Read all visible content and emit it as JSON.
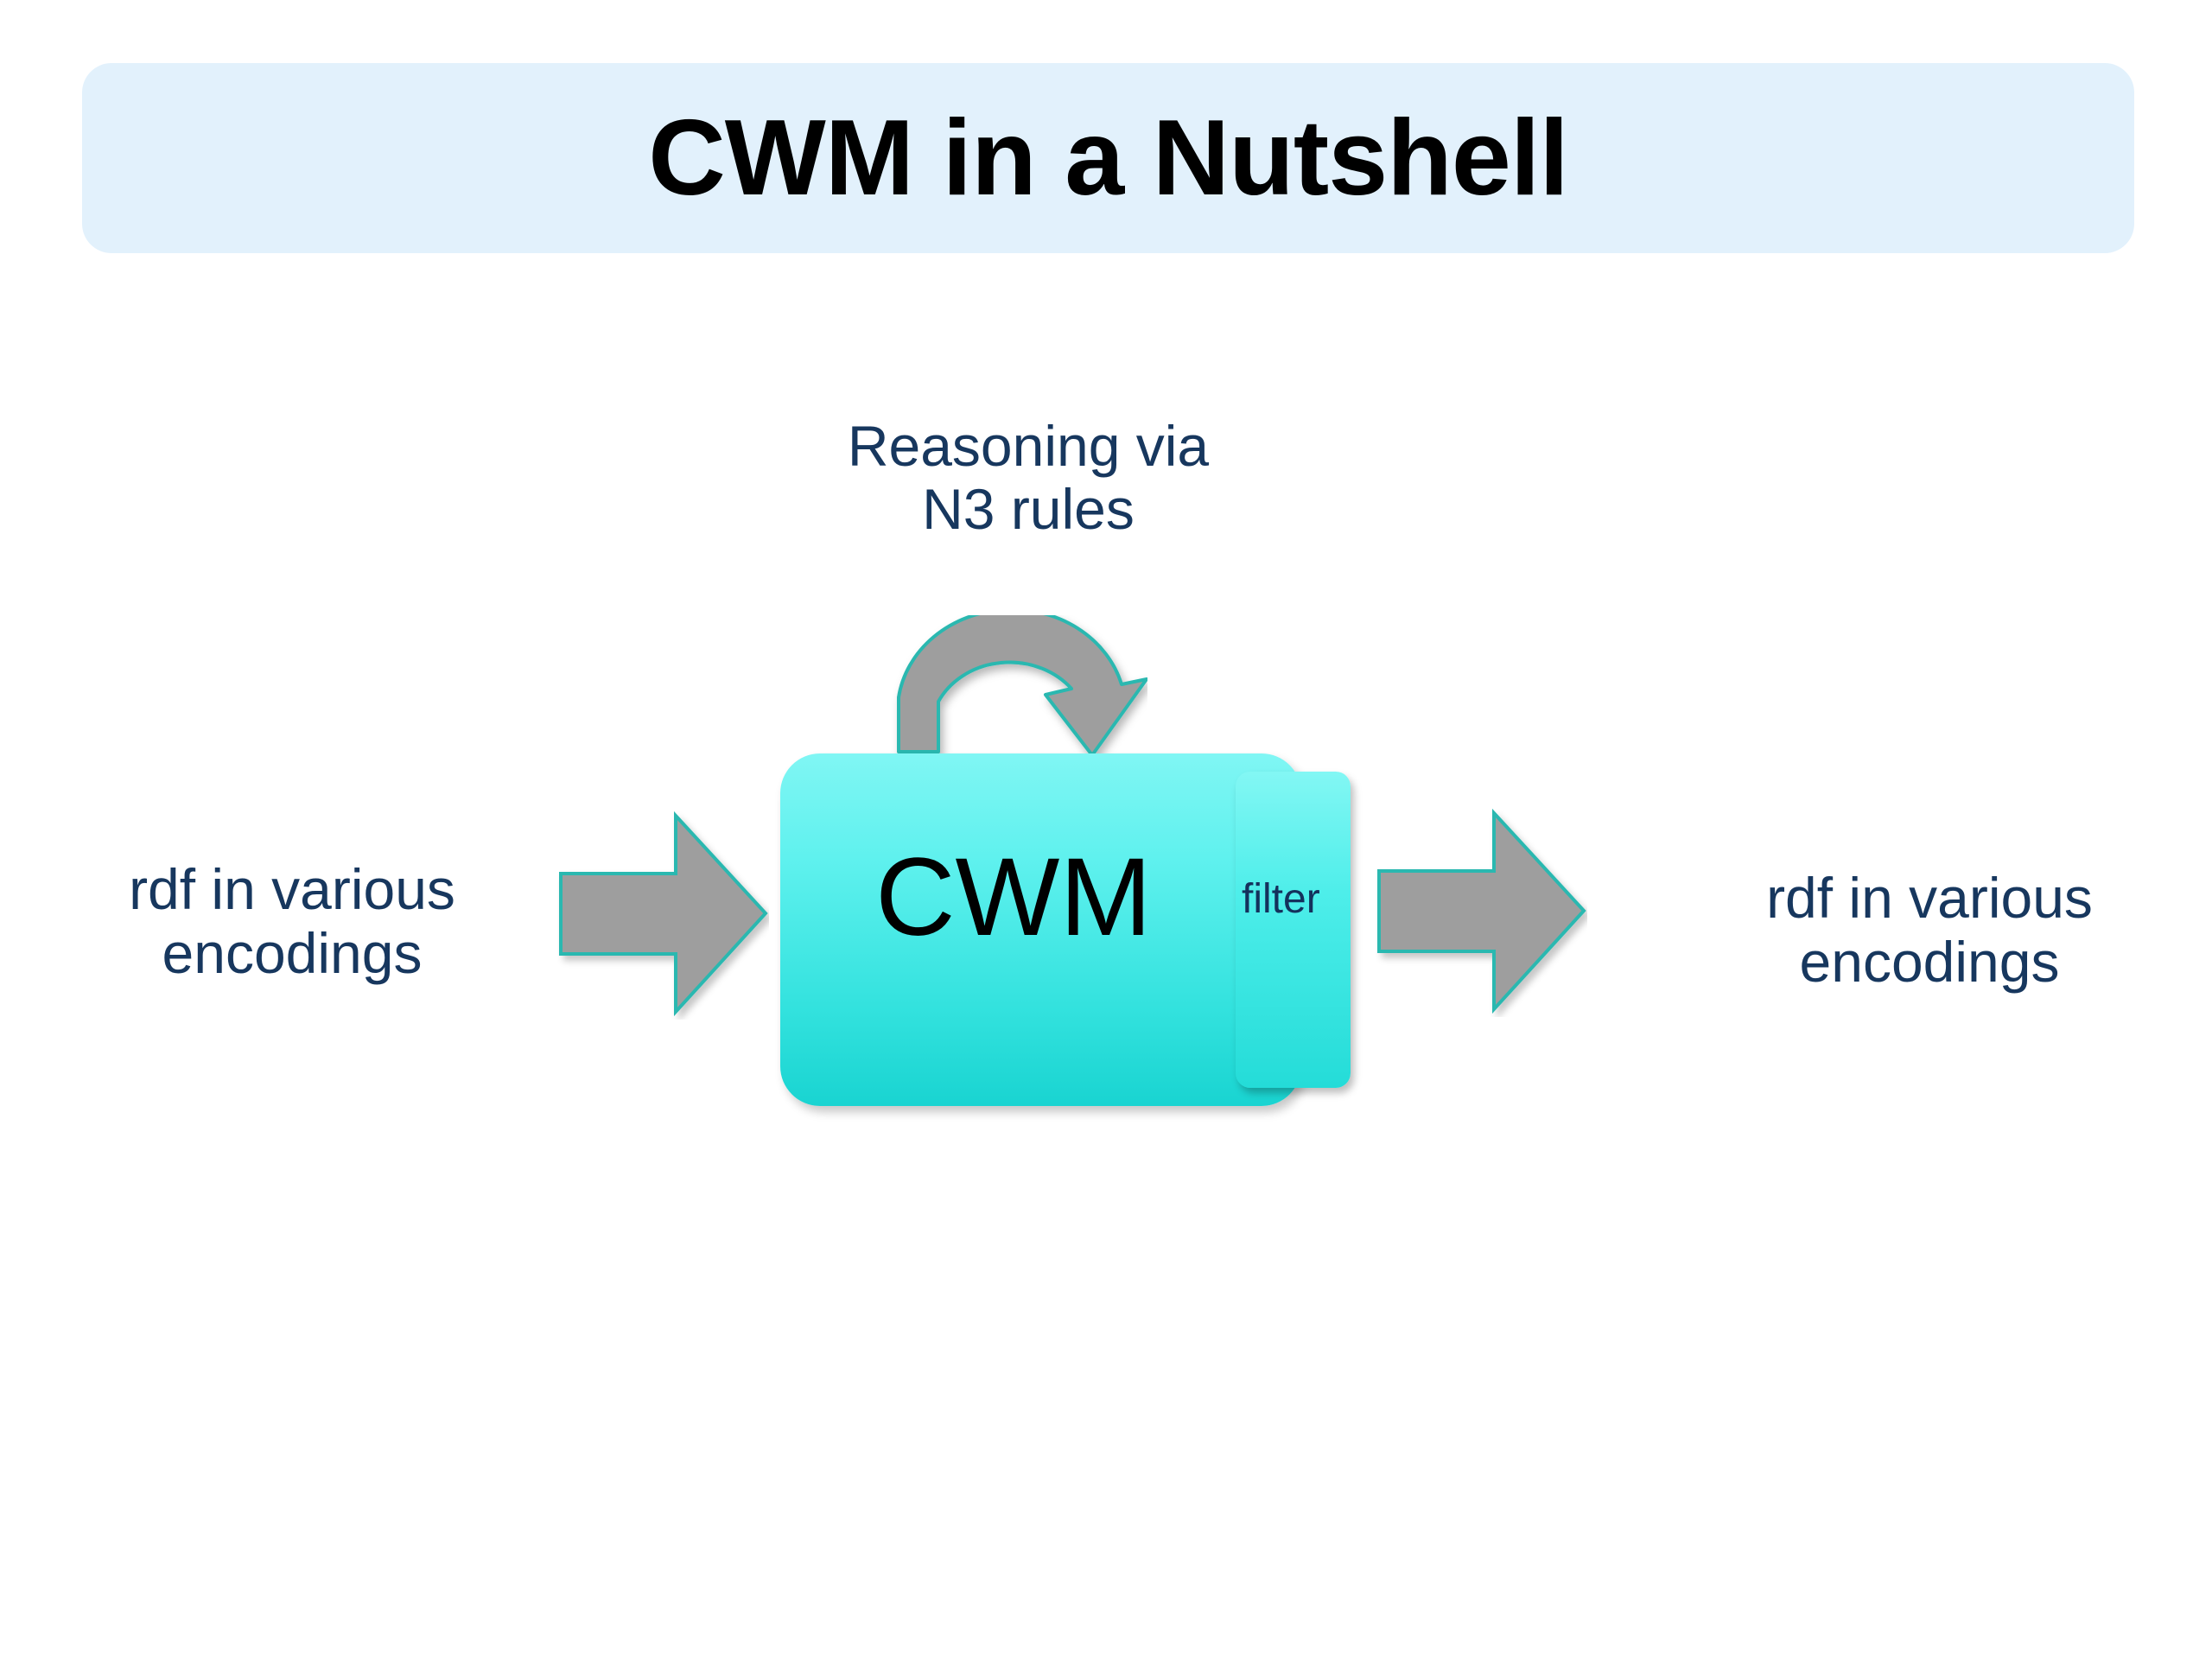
{
  "slide": {
    "title": "CWM in a Nutshell",
    "background_color": "#ffffff"
  },
  "title_banner": {
    "text": "CWM in a Nutshell",
    "background_color": "#e2f1fc",
    "text_color": "#000000"
  },
  "diagram": {
    "reasoning_caption": {
      "line1": "Reasoning via",
      "line2": "N3 rules",
      "color": "#17375e"
    },
    "input_label": {
      "line1": "rdf in various",
      "line2": "encodings",
      "color": "#17375e"
    },
    "output_label": {
      "line1": "rdf in various",
      "line2": "encodings",
      "color": "#17375e"
    },
    "process_box": {
      "label": "CWM",
      "fill_top": "#80f6f4",
      "fill_bottom": "#19d4d1",
      "label_color": "#000000"
    },
    "filter_box": {
      "label": "filter",
      "fill_top": "#83f7f4",
      "fill_bottom": "#24dcd8",
      "label_color": "#14315c"
    },
    "arrows": {
      "fill_color": "#9e9e9e",
      "outline_color": "#2bb8b0",
      "input_arrow_name": "input-arrow",
      "output_arrow_name": "output-arrow",
      "loop_arrow_name": "reasoning-loop-arrow"
    }
  }
}
